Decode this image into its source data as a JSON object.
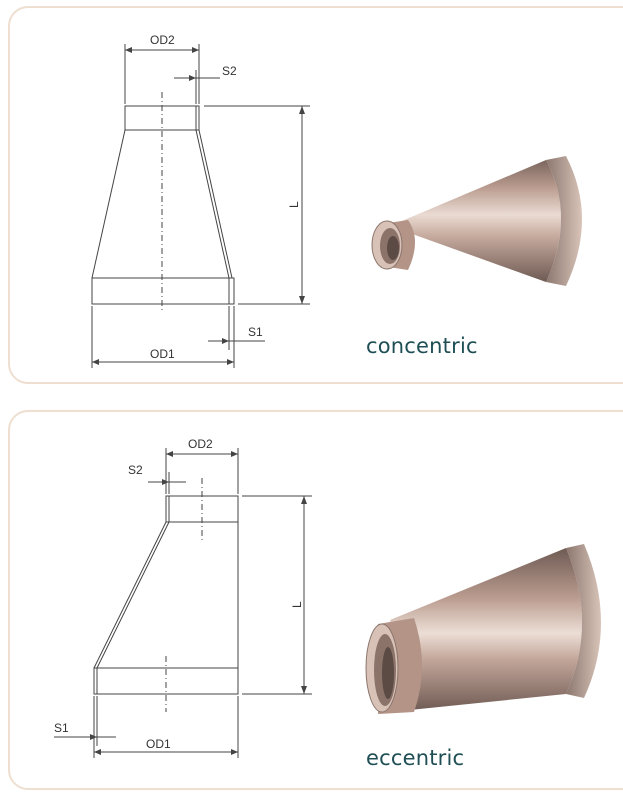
{
  "colors": {
    "panel_border": "#eedfd1",
    "caption_text": "#1f4f55",
    "metal_light": "#e8d6cc",
    "metal_mid": "#b99b8e",
    "metal_dark": "#6e5a53"
  },
  "diagrams": [
    {
      "id": "concentric",
      "caption": "concentric",
      "labels": {
        "od_small": "OD2",
        "wall_small": "S2",
        "length": "L",
        "wall_large": "S1",
        "od_large": "OD1"
      }
    },
    {
      "id": "eccentric",
      "caption": "eccentric",
      "labels": {
        "od_small": "OD2",
        "wall_small": "S2",
        "length": "L",
        "wall_large": "S1",
        "od_large": "OD1"
      }
    }
  ]
}
